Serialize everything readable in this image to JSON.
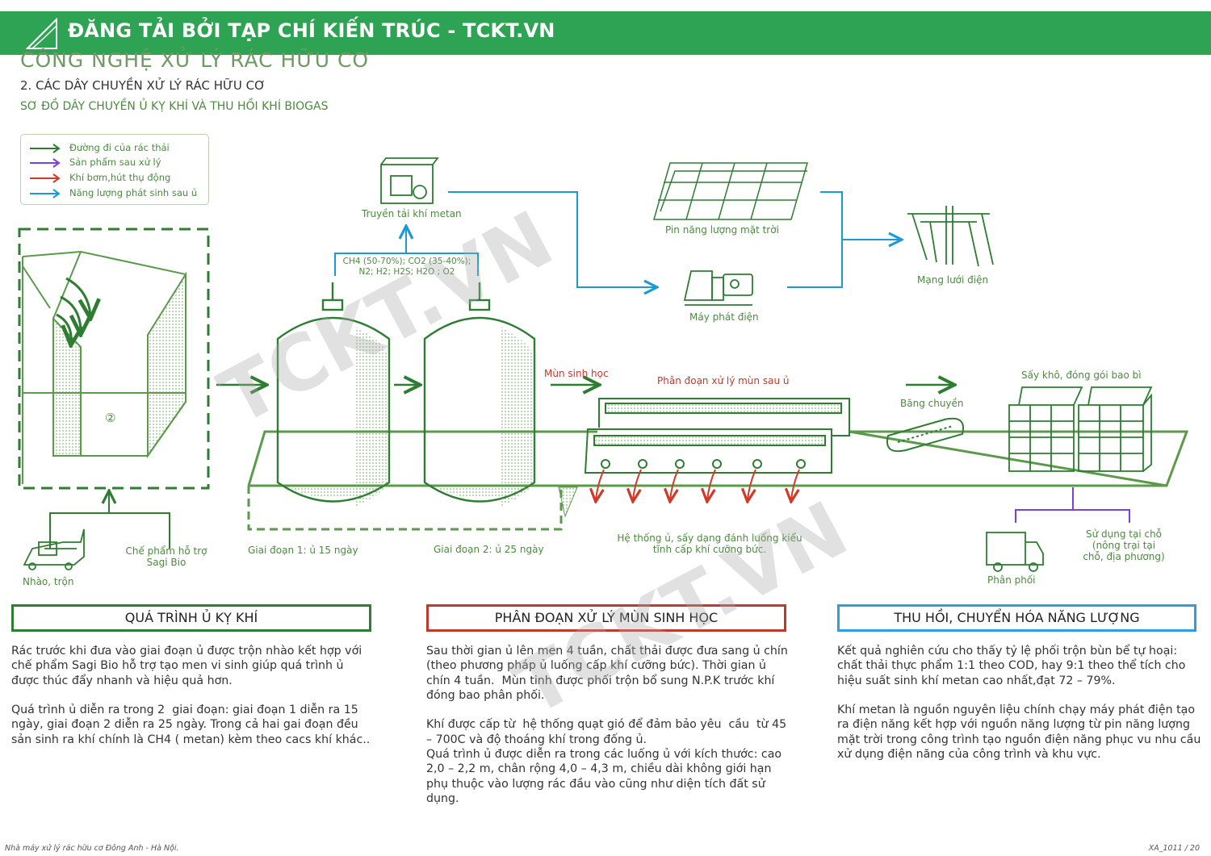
{
  "banner": {
    "text": "ĐĂNG TẢI BỞI TẠP CHÍ KIẾN TRÚC - TCKT.VN"
  },
  "page_title": "CÔNG NGHỆ XỬ LÝ RÁC HỮU CƠ",
  "section_title": "2. CÁC DÂY CHUYỀN XỬ LÝ RÁC HỮU CƠ",
  "section_subtitle": "SƠ ĐỒ DÂY CHUYỀN Ủ KỴ KHÍ VÀ THU HỒI KHÍ BIOGAS",
  "legend": [
    {
      "label": "Đường đi của rác thải",
      "color": "#2e7d32"
    },
    {
      "label": "Sản phẩm sau xử lý",
      "color": "#7b3fe4"
    },
    {
      "label": "Khí bơm,hút thụ động",
      "color": "#d03a26"
    },
    {
      "label": "Năng lượng phát sinh sau ủ",
      "color": "#1b9ad6"
    }
  ],
  "diagram": {
    "methane_transport": "Truyền tải khí metan",
    "gas_composition": "CH4 (50-70%); CO2 (35-40%); N2; H2; H2S; H2O ; O2",
    "solar_panels": "Pin năng lượng mặt trời",
    "generator": "Máy phát điện",
    "power_grid": "Mạng lưới điện",
    "humus": "Mùn sinh học",
    "humus_stage": "Phân đoạn xử lý mùn sau ủ",
    "conveyor": "Băng chuyền",
    "drying": "Sấy khô, đóng gói bao bì",
    "mixing": "Nhào, trộn",
    "sagi_bio": "Chế phẩm hỗ trợ Sagi Bio",
    "stage1": "Giai đoạn 1: ủ 15 ngày",
    "stage2": "Giai đoạn 2: ủ 25 ngày",
    "windrow_system": "Hệ thống ủ, sấy dạng đánh luống kiểu tĩnh cấp khí cưỡng bức.",
    "distribution": "Phân phối",
    "local_use": "Sử dụng tại chỗ (nông trại tại chỗ, địa phương)",
    "pit_number": "②"
  },
  "boxes": [
    {
      "title": "QUÁ TRÌNH Ủ KỴ KHÍ",
      "color": "#2e7d32"
    },
    {
      "title": "PHÂN ĐOẠN XỬ LÝ MÙN SINH HỌC",
      "color": "#c0392b"
    },
    {
      "title": "THU HỒI, CHUYỂN HÓA NĂNG LƯỢNG",
      "color": "#2e9fd8"
    }
  ],
  "paragraphs": [
    "Rác trước khi đưa vào giai đoạn ủ được trộn nhào kết hợp với chế phẩm Sagi Bio hỗ trợ tạo men vi sinh giúp quá trình ủ được thúc đẩy nhanh và hiệu quả hơn.\n\nQuá trình ủ diễn ra trong 2  giai đoạn: giai đoạn 1 diễn ra 15 ngày, giai đoạn 2 diễn ra 25 ngày. Trong cả hai gai đoạn đều sản sinh ra khí chính là CH4 ( metan) kèm theo cacs khí khác..",
    "Sau thời gian ủ lên men 4 tuần, chất thải được đưa sang ủ chín (theo phương pháp ủ luống cấp khí cưỡng bức). Thời gian ủ chín 4 tuần.  Mùn tinh được phối trộn bổ sung N.P.K trước khí đóng bao phân phối.\n\nKhí được cấp từ  hệ thống quạt gió để đảm bảo yêu  cầu  từ 45 – 700C và độ thoáng khí trong đống ủ.\nQuá trình ủ được diễn ra trong các luống ủ với kích thước: cao 2,0 – 2,2 m, chân rộng 4,0 – 4,3 m, chiều dài không giới hạn phụ thuộc vào lượng rác đầu vào cũng như diện tích đất sử dụng.",
    "Kết quả nghiên cứu cho thấy tỷ lệ phối trộn bùn bể tự hoại: chất thải thực phẩm 1:1 theo COD, hay 9:1 theo thể tích cho hiệu suất sinh khí metan cao nhất,đạt 72 – 79%.\n\nKhí metan là nguồn nguyên liệu chính chạy máy phát điện tạo ra điện năng kết hợp với nguồn năng lượng từ pin năng lượng mặt trời trong công trình tạo nguồn điện năng phục vu nhu cầu xử dụng điện năng của công trình và khu vực."
  ],
  "footer": {
    "left": "Nhà máy xử lý rác hữu cơ Đông Anh - Hà Nội.",
    "right": "XA_1011 / 20"
  },
  "watermark": "TCKT.VN",
  "colors": {
    "banner": "#2ea353",
    "green": "#2e7d32",
    "line_green": "#5a9a4a",
    "red": "#d03a26",
    "blue": "#1b9ad6",
    "purple": "#7b3fe4"
  }
}
